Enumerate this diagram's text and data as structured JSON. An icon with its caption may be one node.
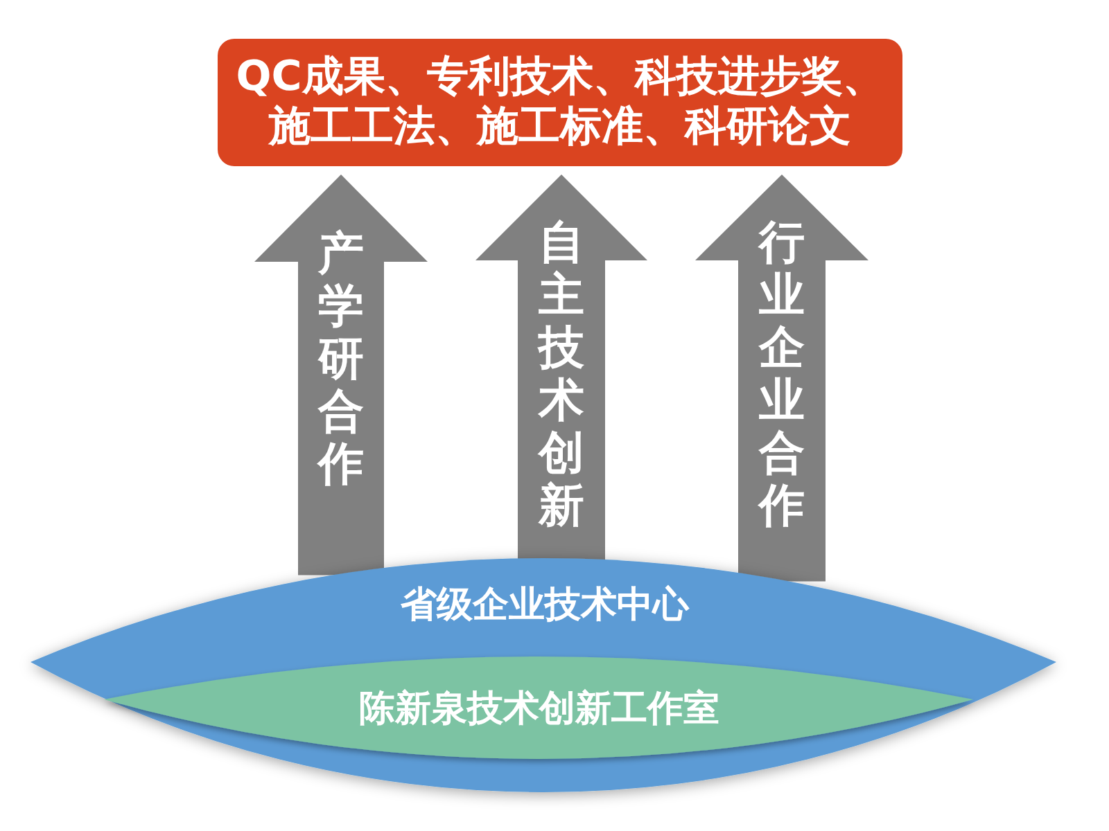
{
  "diagram": {
    "nodes": [
      {
        "text": [
          "QC成果、专利技术、科技进步奖、施工工法、施工标准、科研论文"
        ]
      },
      {
        "text": [
          "省级企业技术中心"
        ]
      },
      {
        "text": [
          "陈新泉技术创新工作室"
        ],
        "in": 1
      }
    ],
    "edges": [
      {
        "from": 1,
        "to": 0,
        "arrow": "to",
        "label": "产学研合作"
      },
      {
        "from": 1,
        "to": 0,
        "arrow": "to",
        "label": "自主技术创新"
      },
      {
        "from": 1,
        "to": 0,
        "arrow": "to",
        "label": "行业企业合作"
      }
    ]
  }
}
